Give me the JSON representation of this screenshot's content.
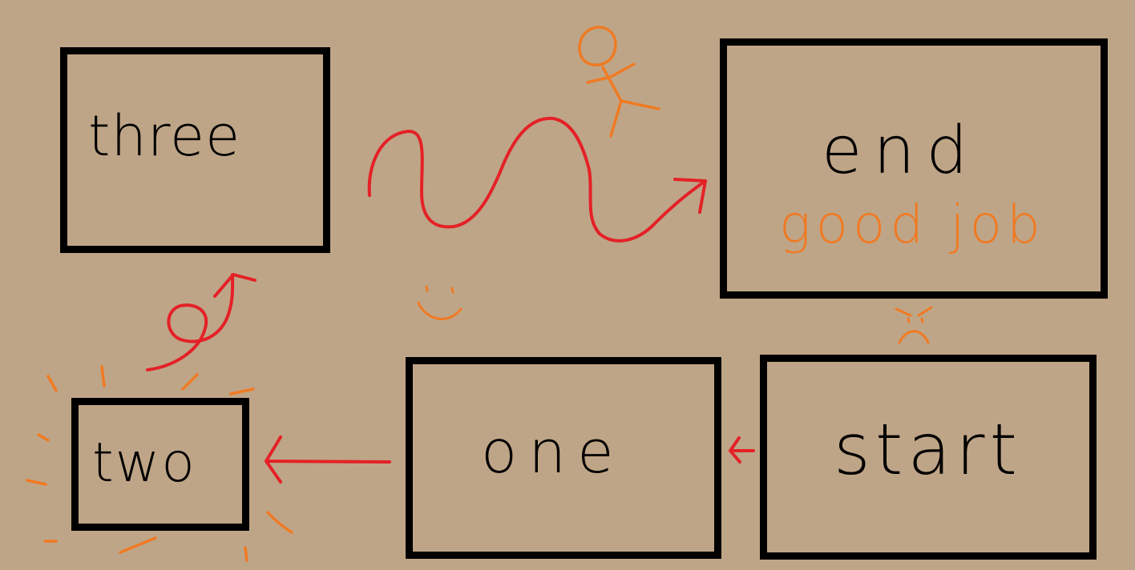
{
  "boxes": {
    "three": "three",
    "end": "end",
    "two": "two",
    "one": "one",
    "start": "start"
  },
  "annotations": {
    "end_note": "good job"
  },
  "colors": {
    "background": "#bfa587",
    "box_stroke": "#000000",
    "arrow_red": "#e42127",
    "doodle_orange": "#f07a23"
  }
}
